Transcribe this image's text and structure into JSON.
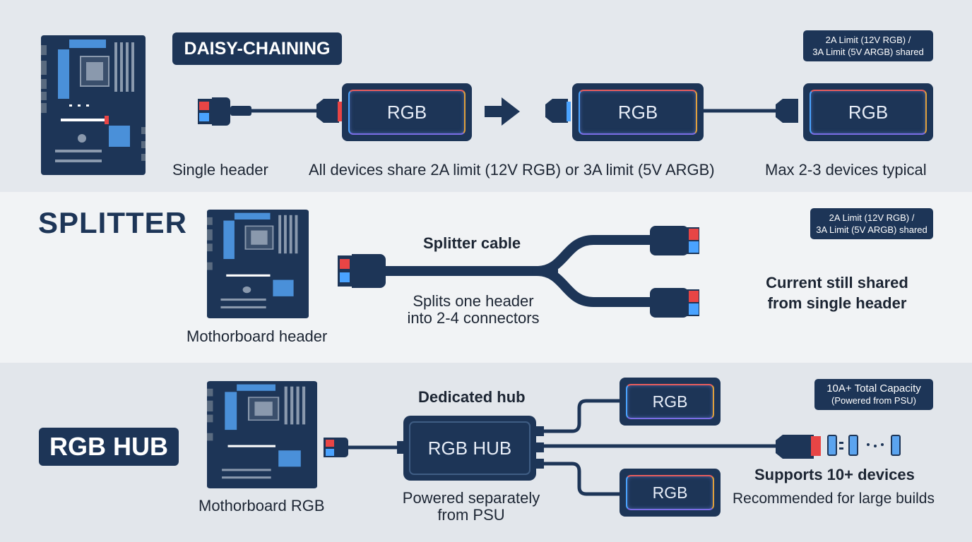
{
  "sections": {
    "daisy": {
      "title": "DAISY-CHAINING",
      "note": [
        "2A Limit (12V RGB) /",
        "3A Limit (5V ARGB) shared"
      ],
      "device_label": "RGB",
      "caption_left": "Single header",
      "caption_mid": "All devices share 2A limit (12V RGB) or 3A limit (5V ARGB)",
      "caption_right": "Max 2-3 devices typical"
    },
    "splitter": {
      "title": "SPLITTER",
      "note": [
        "2A Limit (12V RGB) /",
        "3A Limit (5V ARGB) shared"
      ],
      "cable_label": "Splitter cable",
      "desc": [
        "Splits one header",
        "into 2-4 connectors"
      ],
      "mb_label": "Mothorboard header",
      "current": [
        "Current still shared",
        "from single header"
      ]
    },
    "hub": {
      "title": "RGB HUB",
      "note": [
        "10A+ Total Capacity",
        "(Powered from PSU)"
      ],
      "hub_top_label": "Dedicated hub",
      "hub_label": "RGB HUB",
      "device_label": "RGB",
      "powered": [
        "Powered separately",
        "from PSU"
      ],
      "mb_label": "Mothorboard RGB",
      "supports": "Supports 10+ devices",
      "recommended": "Recommended for large builds"
    }
  },
  "colors": {
    "navy": "#1d3557",
    "accent_blue": "#4a90d9",
    "red": "#e84545"
  }
}
